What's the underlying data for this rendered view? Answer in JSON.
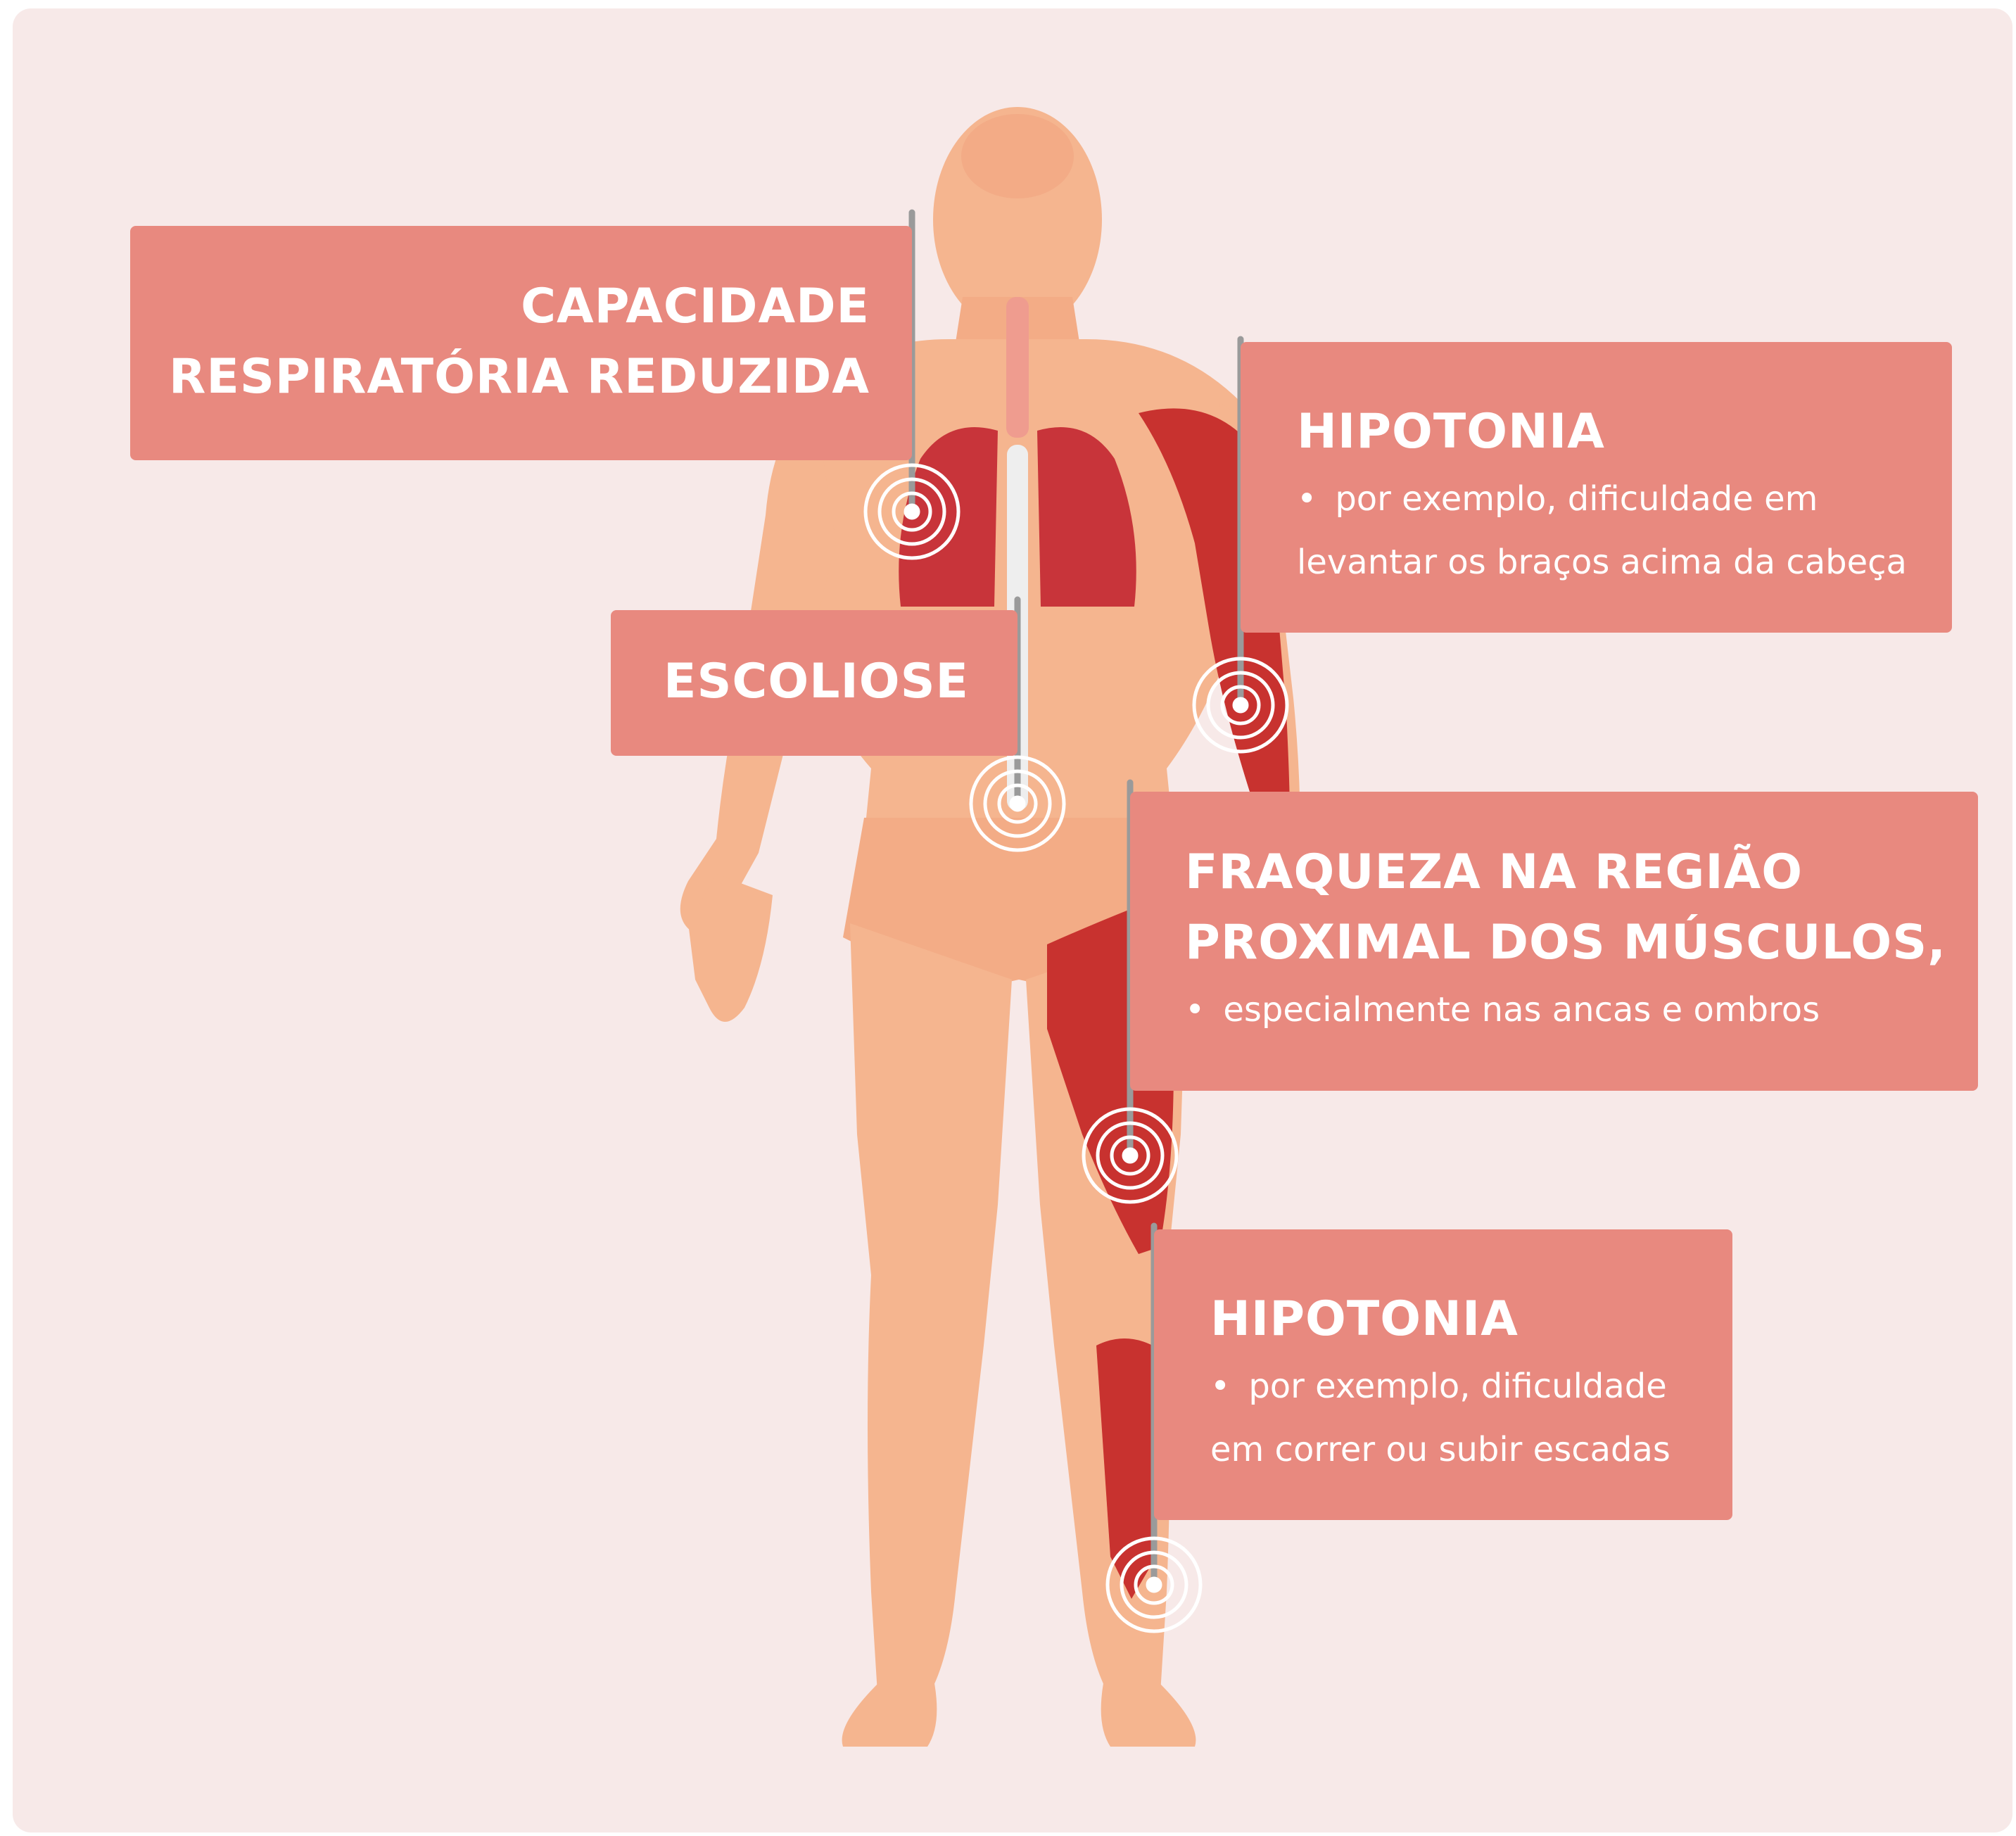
{
  "labels": {
    "breathing": {
      "title_line1": "CAPACIDADE",
      "title_line2": "RESPIRATÓRIA REDUZIDA"
    },
    "scoliosis": {
      "title": "ESCOLIOSE"
    },
    "arm_hypotonia": {
      "title": "HIPOTONIA",
      "bullet_line1": "por exemplo, dificuldade em",
      "bullet_line2": "levantar os braços acima da cabeça"
    },
    "proximal_weakness": {
      "title_line1": "FRAQUEZA NA REGIÃO",
      "title_line2": "PROXIMAL DOS MÚSCULOS,",
      "bullet_line1": "especialmente nas ancas e ombros"
    },
    "leg_hypotonia": {
      "title": "HIPOTONIA",
      "bullet_line1": "por exemplo, dificuldade",
      "bullet_line2": "em correr ou subir escadas"
    }
  },
  "colors": {
    "background": "#f7e9e8",
    "label_box": "#e8897f",
    "label_text": "#ffffff",
    "skin": "#f5b58f",
    "muscle": "#c8322f",
    "lung": "#c8343a",
    "spine": "#eeeeee",
    "pointer_line": "#9a9a9a",
    "target_ring": "#ffffff"
  }
}
